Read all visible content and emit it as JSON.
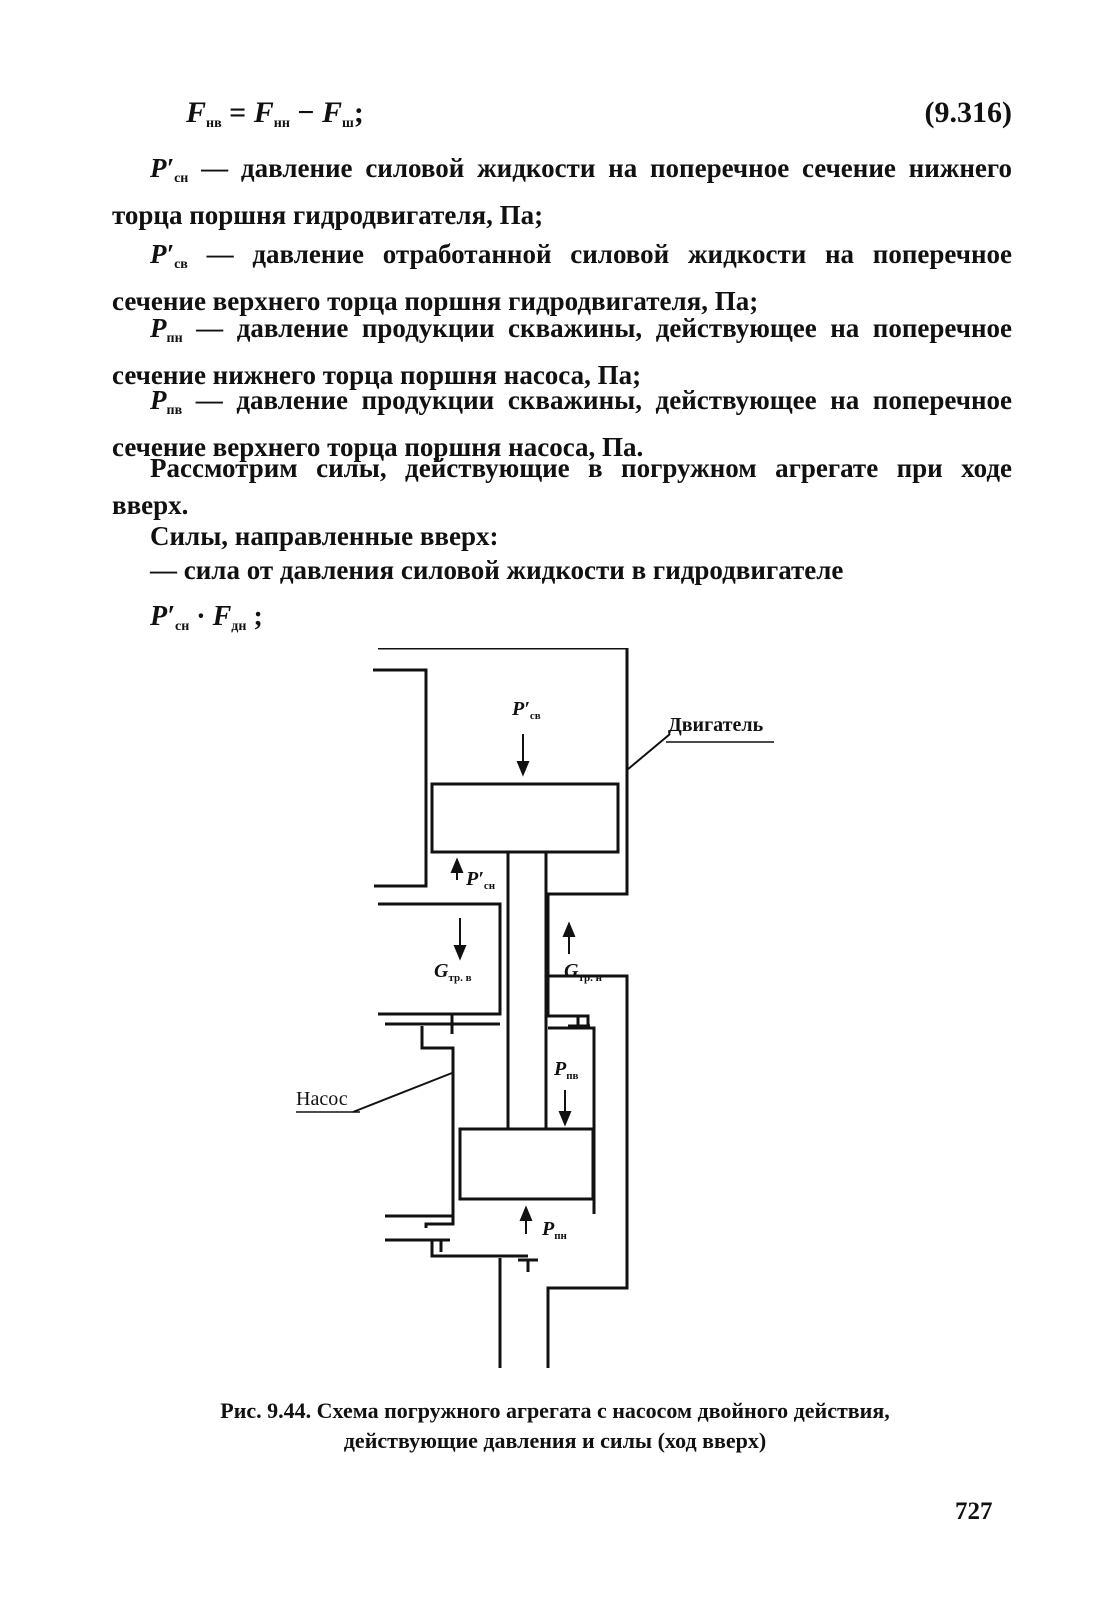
{
  "equation": {
    "left": "F",
    "left_sub": "нв",
    "eq_sign": " = ",
    "t1": "F",
    "t1_sub": "нн",
    "minus": " − ",
    "t2": "F",
    "t2_sub": "ш",
    "end": ";",
    "number": "(9.316)"
  },
  "definitions": [
    {
      "sym": "P′",
      "sub": "сн",
      "text": " — давление силовой жидкости на поперечное сечение нижнего торца поршня гидродвигателя, Па;"
    },
    {
      "sym": "P′",
      "sub": "св",
      "text": " — давление отработанной силовой жидкости на поперечное сечение верхнего торца поршня гидродвигателя, Па;"
    },
    {
      "sym": "P",
      "sub": "пн",
      "text": " — давление продукции скважины, действующее на поперечное сечение нижнего торца поршня насоса, Па;"
    },
    {
      "sym": "P",
      "sub": "пв",
      "text": " — давление продукции скважины, действующее на поперечное сечение верхнего торца поршня насоса, Па."
    }
  ],
  "paragraphs": {
    "p1": "Рассмотрим силы, действующие в погружном агрегате при ходе вверх.",
    "p2": "Силы, направленные вверх:",
    "p3": "— сила от давления силовой жидкости в гидродвигателе"
  },
  "formula2": {
    "a": "P′",
    "a_sub": "сн",
    "dot": " · ",
    "b": "F",
    "b_sub": "дн",
    "end": " ;"
  },
  "figure": {
    "label_engine": "Двигатель",
    "label_pump": "Насос",
    "p_sv": "P′",
    "p_sv_sub": "св",
    "p_sn": "P′",
    "p_sn_sub": "сн",
    "g_up": "G",
    "g_up_sub": "тр. в",
    "g_dn": "G",
    "g_dn_sub": "тр. н",
    "p_pv": "P",
    "p_pv_sub": "пв",
    "p_pn": "P",
    "p_pn_sub": "пн"
  },
  "caption": {
    "line1": "Рис. 9.44. Схема погружного агрегата с насосом двойного действия,",
    "line2": "действующие давления и силы (ход вверх)"
  },
  "page_number": "727"
}
